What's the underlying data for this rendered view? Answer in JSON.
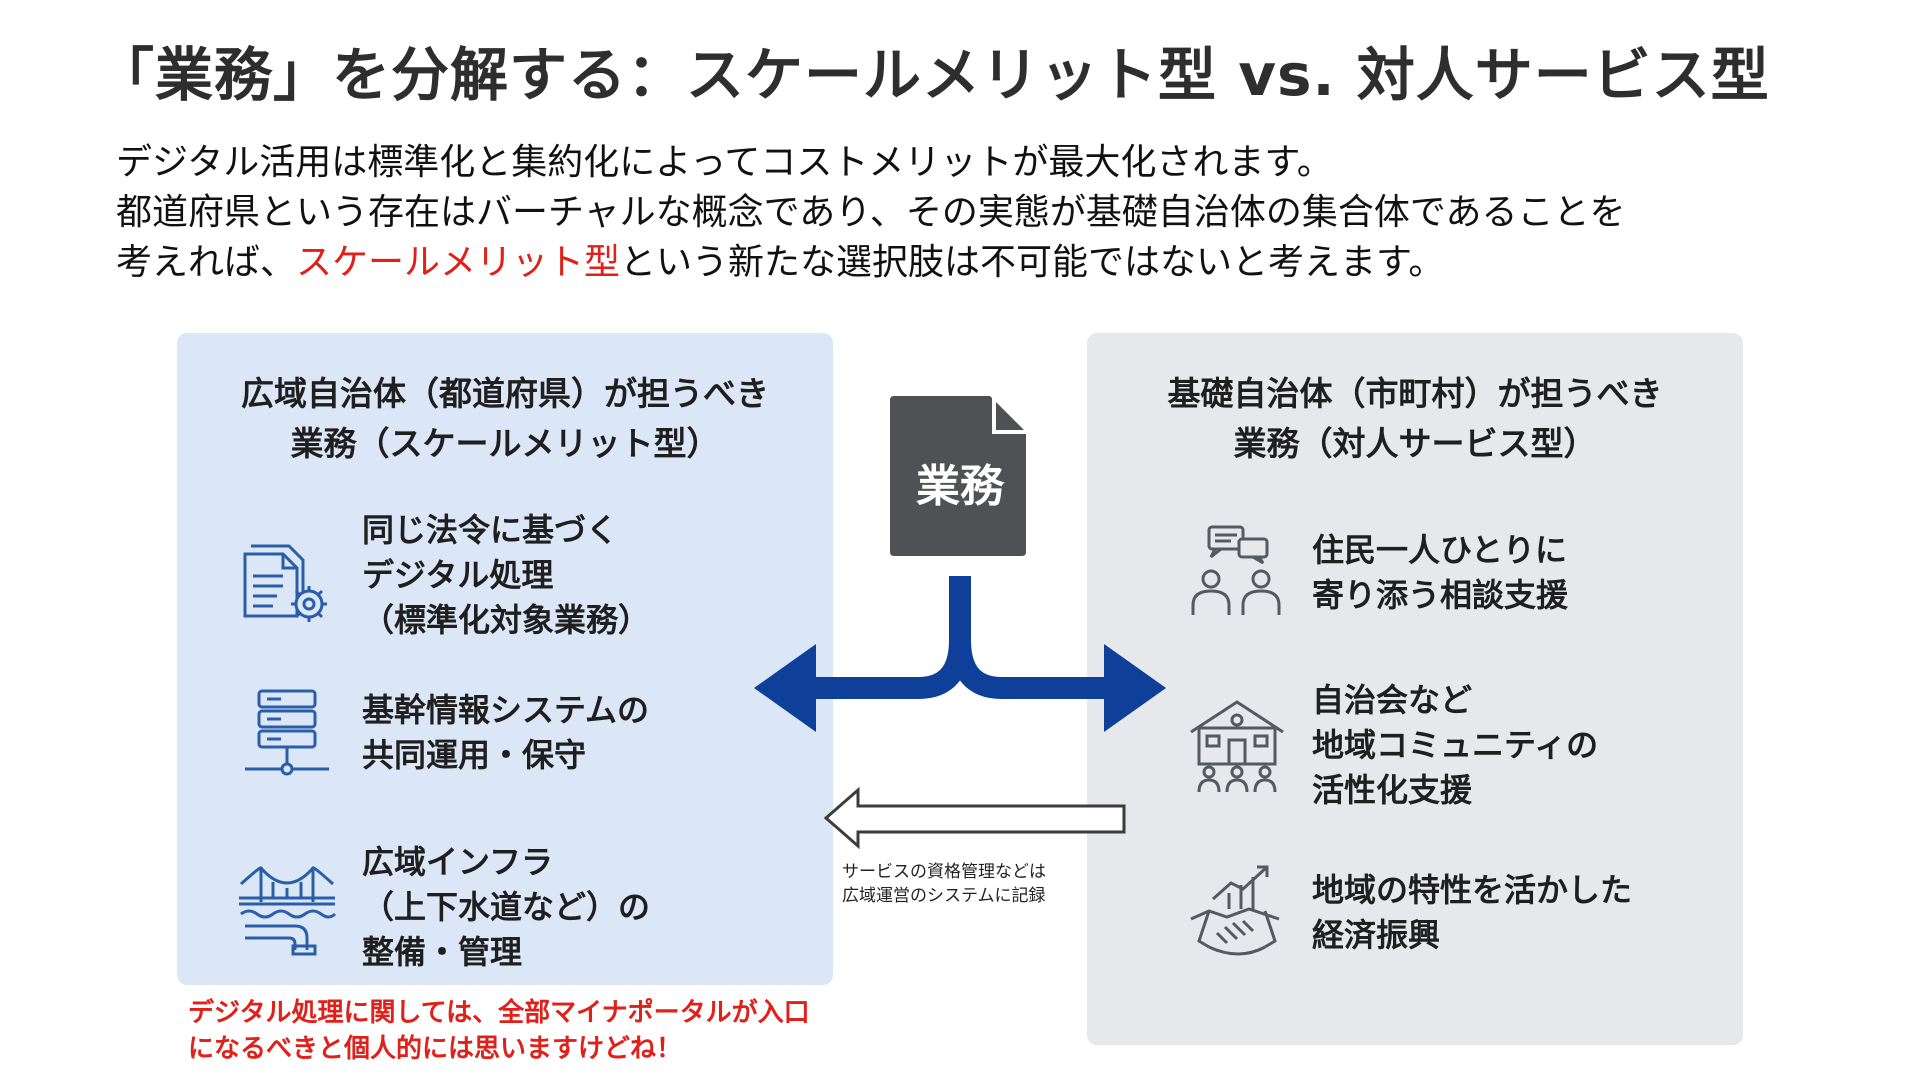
{
  "title": "「業務」を分解する：スケールメリット型 vs. 対人サービス型",
  "intro": {
    "line1": "デジタル活用は標準化と集約化によってコストメリットが最大化されます。",
    "line2": "都道府県という存在はバーチャルな概念であり、その実態が基礎自治体の集合体であることを",
    "line3_pre": "考えれば、",
    "line3_highlight": "スケールメリット型",
    "line3_post": "という新たな選択肢は不可能ではないと考えます。"
  },
  "center": {
    "doc_label": "業務",
    "note_line1": "サービスの資格管理などは",
    "note_line2": "広域運営のシステムに記録"
  },
  "left_panel": {
    "heading_line1": "広域自治体（都道府県）が担うべき",
    "heading_line2": "業務（スケールメリット型）",
    "items": [
      {
        "icon": "document-gear-icon",
        "label": "同じ法令に基づく\nデジタル処理\n（標準化対象業務）"
      },
      {
        "icon": "server-icon",
        "label": "基幹情報システムの\n共同運用・保守"
      },
      {
        "icon": "bridge-pipe-icon",
        "label": "広域インフラ\n（上下水道など）の\n整備・管理"
      }
    ]
  },
  "right_panel": {
    "heading_line1": "基礎自治体（市町村）が担うべき",
    "heading_line2": "業務（対人サービス型）",
    "items": [
      {
        "icon": "consultation-icon",
        "label": "住民一人ひとりに\n寄り添う相談支援"
      },
      {
        "icon": "community-house-icon",
        "label": "自治会など\n地域コミュニティの\n活性化支援"
      },
      {
        "icon": "handshake-growth-icon",
        "label": "地域の特性を活かした\n経済振興"
      }
    ]
  },
  "bottom_note": {
    "line1": "デジタル処理に関しては、全部マイナポータルが入口",
    "line2": "になるべきと個人的には思いますけどね！"
  },
  "colors": {
    "left_panel_bg": "#dbe7f7",
    "right_panel_bg": "#e6e8ec",
    "arrow_blue": "#0e3f99",
    "highlight_red": "#e0201b",
    "icon_blue": "#2a5ea8",
    "icon_gray": "#555a60"
  }
}
